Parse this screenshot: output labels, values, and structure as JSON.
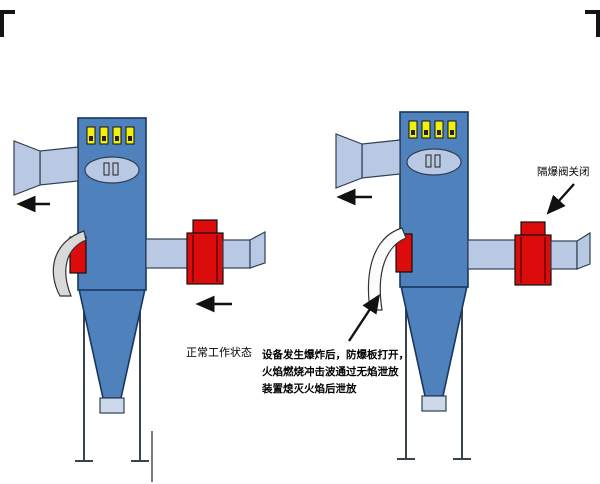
{
  "document": {
    "background": "#ffffff"
  },
  "colors": {
    "body_blue": "#4f81bd",
    "body_outline": "#17375e",
    "duct_blue": "#b9c9e3",
    "valve_red": "#dd0c0c",
    "valve_dark_red": "#7c0a0a",
    "indicator_yellow": "#f3ef0e",
    "flap_gray": "#d9d9d9",
    "flap_white": "#fcfcfc"
  },
  "left_diagram": {
    "status_label": "正常工作状态"
  },
  "right_diagram": {
    "valve_label": "隔爆阀关闭",
    "explosion_note": {
      "line1": "设备发生爆炸后，防爆板打开，",
      "line2": "火焰燃烧冲击波通过无焰泄放",
      "line3": "装置熄灭火焰后泄放"
    }
  }
}
